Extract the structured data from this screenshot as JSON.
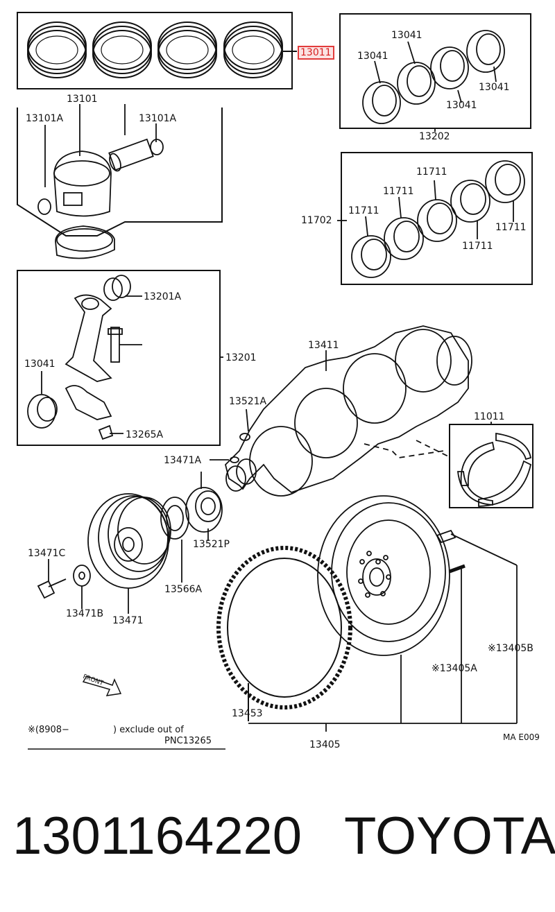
{
  "labels": {
    "piston_ring_set": "13011",
    "piston_sub_assy": "13101",
    "pin_hole_snap_ring_left": "13101A",
    "pin_hole_snap_ring_right": "13101A",
    "con_rod_bearing_top": "13041",
    "con_rod_bearing_left": "13041",
    "con_rod_bearing_right": "13041",
    "con_rod_bearing_bottom": "13041",
    "con_rod_bearing_set": "13202",
    "main_bearing_1": "11711",
    "main_bearing_2": "11711",
    "main_bearing_3": "11711",
    "main_bearing_4": "11711",
    "main_bearing_5": "11711",
    "main_bearing_6": "11711",
    "main_bearing_set": "11702",
    "con_rod_bushing": "13201A",
    "connecting_rod": "13201",
    "con_rod_bearing_rod": "13041",
    "con_rod_nut": "13265A",
    "crankshaft": "13411",
    "crank_key": "13521A",
    "crank_pulley_key": "13471A",
    "thrust_washer_set": "11011",
    "crank_pulley_bolt": "13471C",
    "crank_pulley_plate": "13471B",
    "crank_pulley": "13471",
    "timing_sensor_plate": "13566A",
    "timing_pulley": "13521P",
    "flywheel_bolt": "※13405B",
    "flywheel_pin": "※13405A",
    "ring_gear": "13453",
    "flywheel_sub_assy": "13405",
    "diagram_code": "MA E009"
  },
  "note": {
    "line1_prefix": "※(8908−",
    "line1_suffix": ") exclude out of",
    "line2": "PNC13265"
  },
  "front_arrow": "FRONT",
  "footer": {
    "part_number": "1301164220",
    "brand": "TOYOTA"
  },
  "colors": {
    "highlight_border": "#e23b3b",
    "highlight_text": "#d62020",
    "highlight_fill": "#fbe3e3"
  }
}
